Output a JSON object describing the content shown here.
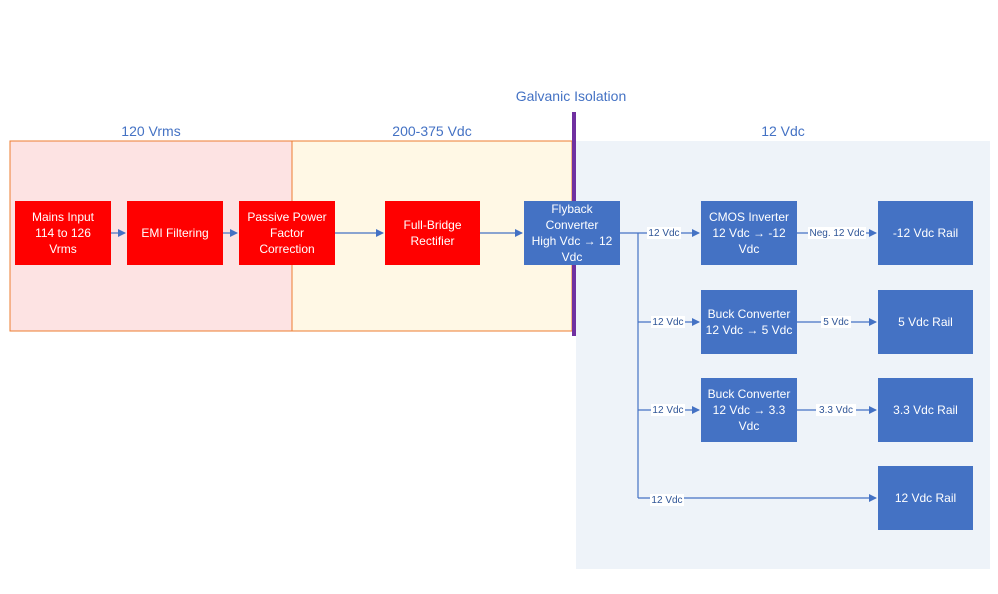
{
  "isolation_label": "Galvanic Isolation",
  "zones": [
    {
      "id": "ac",
      "label": "120 Vrms",
      "fill": "#fde3e3",
      "stroke": "#ed7d31"
    },
    {
      "id": "hv",
      "label": "200-375 Vdc",
      "fill": "#fff8e5",
      "stroke": "#ed7d31"
    },
    {
      "id": "lv",
      "label": "12 Vdc",
      "fill": "#eef3f9",
      "stroke": "none"
    }
  ],
  "blocks": [
    {
      "id": "mains",
      "lines": [
        "Mains Input",
        "114 to 126",
        "Vrms"
      ],
      "fill": "#ff0000"
    },
    {
      "id": "emi",
      "lines": [
        "EMI Filtering"
      ],
      "fill": "#ff0000"
    },
    {
      "id": "pfc",
      "lines": [
        "Passive Power",
        "Factor",
        "Correction"
      ],
      "fill": "#ff0000"
    },
    {
      "id": "rect",
      "lines": [
        "Full-Bridge",
        "Rectifier"
      ],
      "fill": "#ff0000"
    },
    {
      "id": "flyback",
      "lines": [
        "Flyback",
        "Converter",
        "High Vdc → 12",
        "Vdc"
      ],
      "fill": "#4472c4"
    },
    {
      "id": "cmos",
      "lines": [
        "CMOS Inverter",
        "12 Vdc → -12",
        "Vdc"
      ],
      "fill": "#4472c4"
    },
    {
      "id": "buck5",
      "lines": [
        "Buck Converter",
        "12 Vdc → 5 Vdc"
      ],
      "fill": "#4472c4"
    },
    {
      "id": "buck33",
      "lines": [
        "Buck Converter",
        "12 Vdc → 3.3",
        "Vdc"
      ],
      "fill": "#4472c4"
    },
    {
      "id": "rail_neg12",
      "lines": [
        "-12 Vdc Rail"
      ],
      "fill": "#4472c4"
    },
    {
      "id": "rail5",
      "lines": [
        "5 Vdc Rail"
      ],
      "fill": "#4472c4"
    },
    {
      "id": "rail33",
      "lines": [
        "3.3 Vdc Rail"
      ],
      "fill": "#4472c4"
    },
    {
      "id": "rail12",
      "lines": [
        "12 Vdc Rail"
      ],
      "fill": "#4472c4"
    }
  ],
  "edge_labels": {
    "flyback_out": "12 Vdc",
    "to_buck5": "12 Vdc",
    "to_buck33": "12 Vdc",
    "to_rail12": "12 Vdc",
    "cmos_out": "Neg. 12 Vdc",
    "buck5_out": "5 Vdc",
    "buck33_out": "3.3 Vdc"
  },
  "colors": {
    "arrow": "#4472c4",
    "isolation_bar": "#7030a0",
    "label_bg": "#ffffff"
  }
}
